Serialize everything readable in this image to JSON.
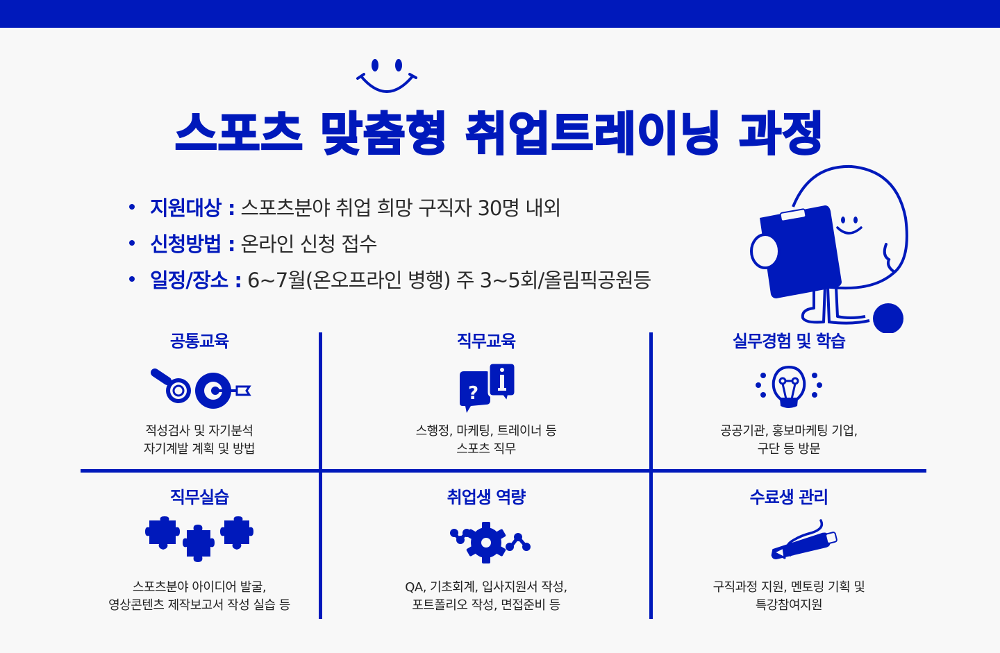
{
  "colors": {
    "brand": "#0019bb",
    "background": "#f8f8f8",
    "text": "#222222"
  },
  "header": {
    "title": "스포츠 맞춤형 취업트레이닝 과정",
    "decoration_icon": "smiley-icon",
    "mascot_icon": "mascot-with-clipboard-icon"
  },
  "info": [
    {
      "label": "지원대상 :",
      "value": "스포츠분야 취업 희망 구직자 30명 내외"
    },
    {
      "label": "신청방법 :",
      "value": "온라인 신청 접수"
    },
    {
      "label": "일정/장소 :",
      "value": "6~7월(온오프라인 병행) 주 3~5회/올림픽공원등"
    }
  ],
  "programs": [
    {
      "title": "공통교육",
      "icon": "target-dart-icon",
      "lines": [
        "적성검사 및 자기분석",
        "자기계발 계획 및 방법"
      ]
    },
    {
      "title": "직무교육",
      "icon": "question-info-bubble-icon",
      "lines": [
        "스행정, 마케팅, 트레이너 등",
        "스포츠 직무"
      ]
    },
    {
      "title": "실무경험 및 학습",
      "icon": "lightbulb-icon",
      "lines": [
        "공공기관, 홍보마케팅 기업,",
        "구단 등 방문"
      ]
    },
    {
      "title": "직무실습",
      "icon": "puzzle-pieces-icon",
      "lines": [
        "스포츠분야 아이디어 발굴,",
        "영상콘텐츠 제작보고서 작성 실습 등"
      ]
    },
    {
      "title": "취업생 역량",
      "icon": "gear-network-icon",
      "lines": [
        "QA, 기초회계, 입사지원서 작성,",
        "포트폴리오 작성, 면접준비 등"
      ]
    },
    {
      "title": "수료생 관리",
      "icon": "pencil-icon",
      "lines": [
        "구직과정 지원, 멘토링 기획 및",
        "특강참여지원"
      ]
    }
  ]
}
